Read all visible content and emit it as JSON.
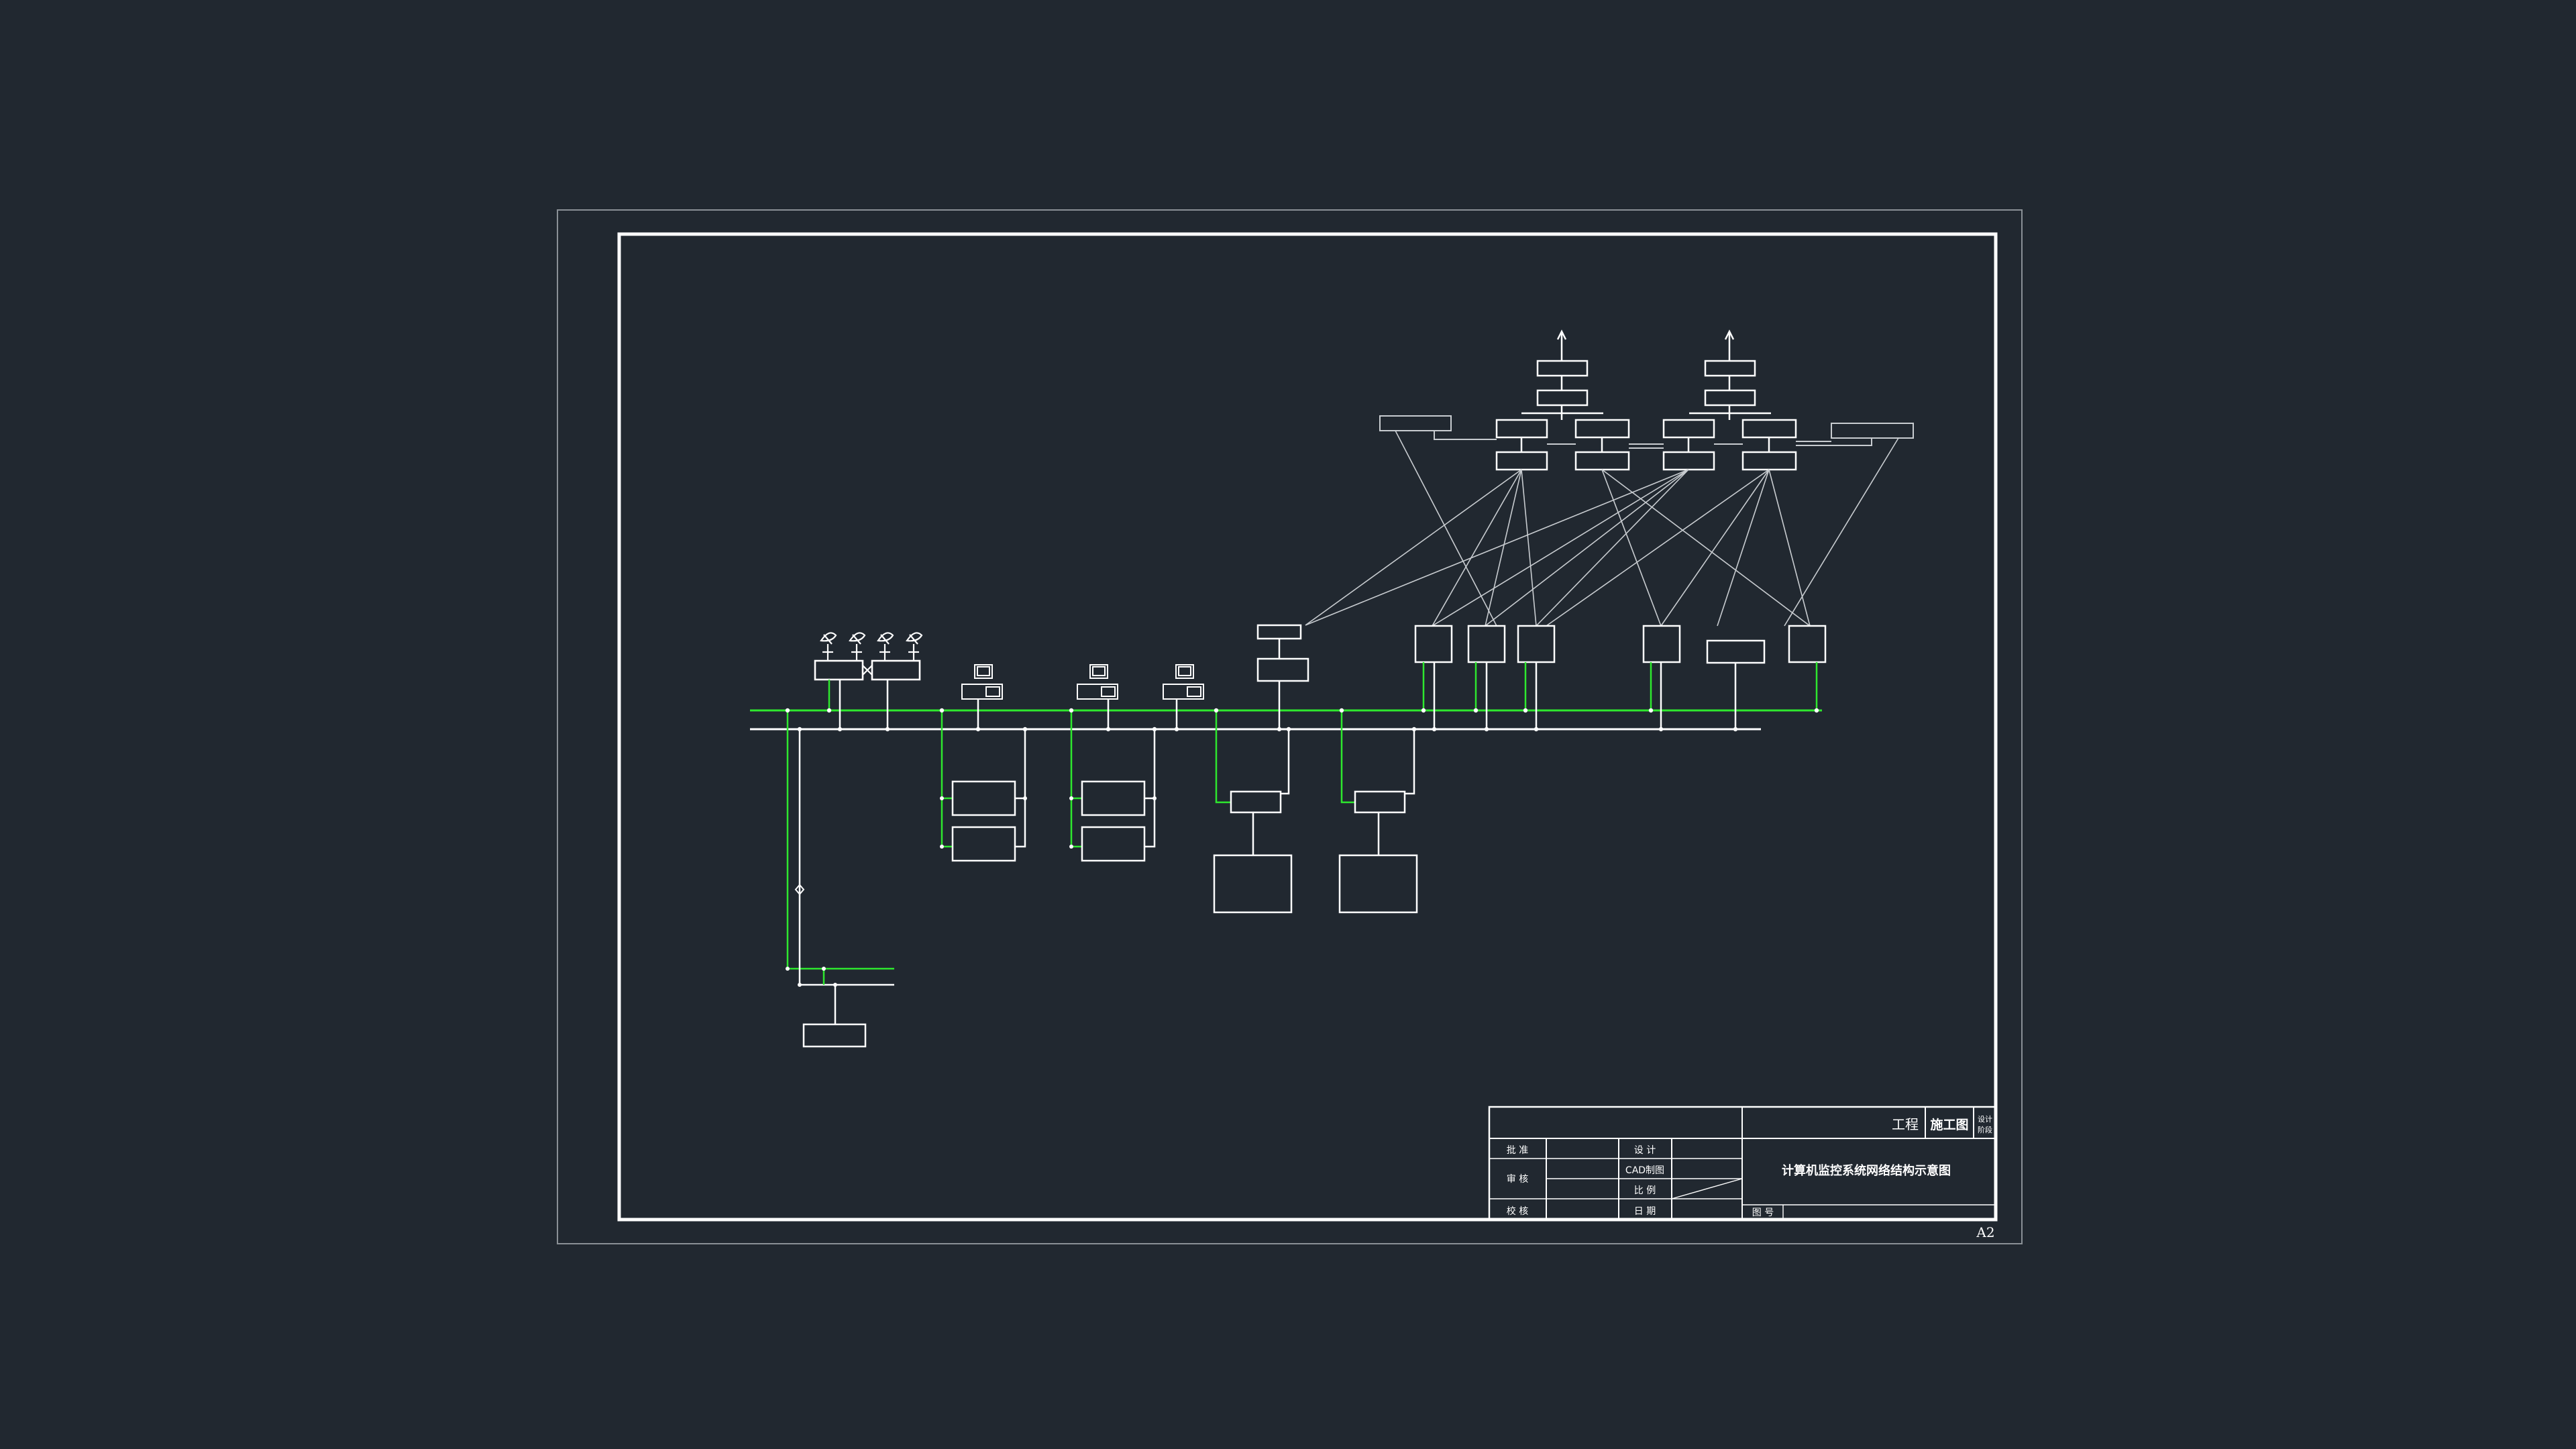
{
  "title_block": {
    "project": "工程",
    "stage": "施工图",
    "stage_note_1": "设计",
    "stage_note_2": "阶段",
    "approve": "批 准",
    "review": "审 核",
    "check": "校 核",
    "design": "设 计",
    "cad": "CAD制图",
    "scale": "比 例",
    "date": "日 期",
    "drawing_title": "计算机监控系统网络结构示意图",
    "drawing_no": "图 号"
  },
  "sheet_size": "A2",
  "colors": {
    "background": "#212830",
    "line": "#ffffff",
    "thin_line": "#c8ccd0",
    "green_bus": "#2ee82e",
    "sheet_border": "#8a9096"
  }
}
